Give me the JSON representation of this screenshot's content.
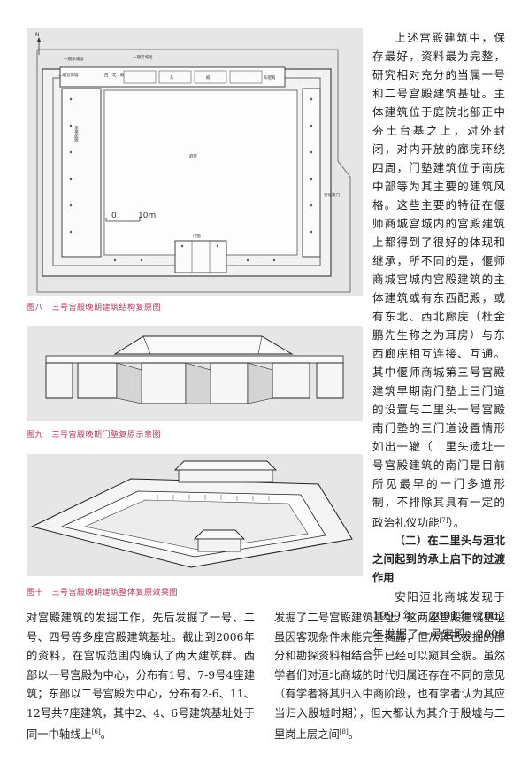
{
  "figures": {
    "fig8": {
      "caption": "图八　三号宫殿晚期建筑结构复原图",
      "labels": {
        "north": "N",
        "east_corridor_left": "东排配殿",
        "west": "西　北　殿",
        "hall1": "东",
        "hall2": "殿",
        "hall3": "东配殿",
        "courtyard": "庭院",
        "gate": "门塾",
        "south_gate": "宫城南门",
        "corner_room": "二期宫城墙",
        "top_wall_label": "一期宫城墙",
        "left_top_label": "一期东城墙",
        "scale_zero": "0",
        "scale_ten": "10m"
      }
    },
    "fig9": {
      "caption": "图九　三号宫殿晚期门塾复原示意图"
    },
    "fig10": {
      "caption": "图十　三号宫殿晚期建筑整体复原效果图"
    }
  },
  "right_column": {
    "p1": "上述宫殿建筑中，保存最好，资料最为完整，研究相对充分的当属一号和二号宫殿建筑基址。主体建筑位于庭院北部正中夯土台基之上，对外封闭，对内开放的廊庑环绕四周，门塾建筑位于南庑中部等为其主要的建筑风格。这些主要的特征在偃师商城宫城内的宫殿建筑上都得到了很好的体现和继承，所不同的是，偃师商城宫城内宫殿建筑的主体建筑或有东西配殿，或有东北、西北廊庑（杜金鹏先生称之为耳房）与东西廊庑相互连接、互通。其中偃师商城第三号宫殿建筑早期南门塾上三门道的设置与二里头一号宫殿南门塾的三门道设置情形如出一辙（二里头遗址一号宫殿建筑的南门是目前所见最早的一门多道形制，不排除其具有一定的政治礼仪功能",
    "p1_ref": "[7]",
    "p1_end": "）。",
    "heading": "（二）在二里头与洹北之间起到的承上启下的过渡作用",
    "p2": "安阳洹北商城发现于1999年，2001年-2002年发掘了一号宫殿；2008年"
  },
  "bottom_left": {
    "text": "对宫殿建筑的发掘工作，先后发掘了一号、二号、四号等多座宫殿建筑基址。截止到2006年的资料，在宫城范围内确认了两大建筑群。西部以一号宫殿为中心，分布有1号、7-9号4座建筑；东部以二号宫殿为中心，分布有2-6、11、12号共7座建筑，其中2、4、6号建筑基址处于同一中轴线上",
    "ref": "[6]",
    "end": "。"
  },
  "bottom_right": {
    "text": "发掘了二号宫殿建筑基址。这两座宫殿建筑基址虽因客观条件未能完全揭露，但从其已发掘的部分和勘探资料相结合，已经可以窥其全貌。虽然学者们对洹北商城的时代归属还存在不同的意见（有学者将其归入中商阶段，也有学者认为其应当归入殷墟时期），但大都认为其介于殷墟与二里岗上层之间",
    "ref": "[8]",
    "end": "。"
  }
}
